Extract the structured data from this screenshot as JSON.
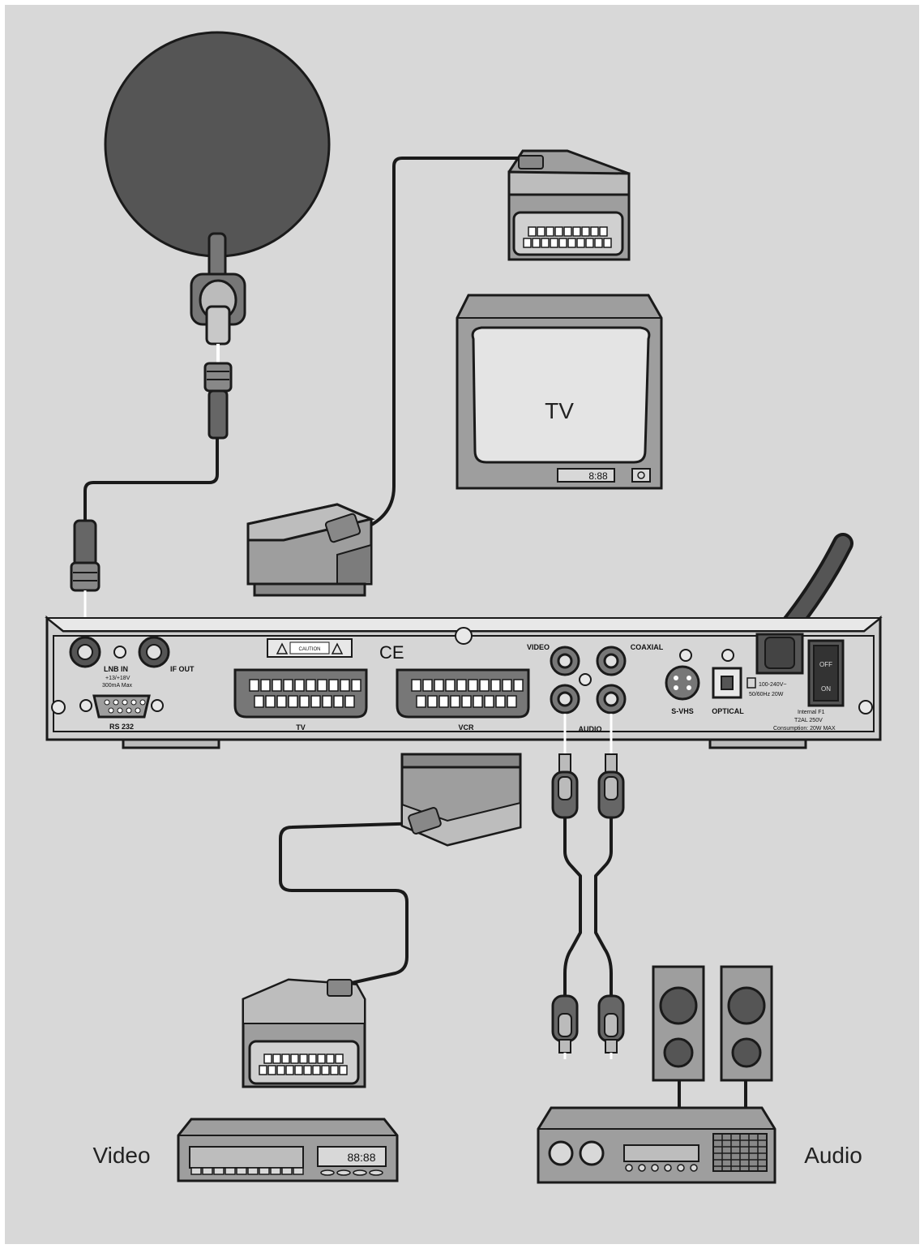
{
  "labels": {
    "tv": "TV",
    "video": "Video",
    "audio": "Audio"
  },
  "tv_display": "8:88",
  "vcr_display": "88:88",
  "receiver": {
    "lnb_in": "LNB IN",
    "lnb_spec1": "+13/+18V",
    "lnb_spec2": "300mA Max",
    "if_out": "IF OUT",
    "rs232": "RS 232",
    "scart_tv": "TV",
    "scart_vcr": "VCR",
    "video": "VIDEO",
    "coaxial": "COAXIAL",
    "audio": "AUDIO",
    "svhs": "S-VHS",
    "optical": "OPTICAL",
    "power1": "100-240V~",
    "power2": "50/60Hz 20W",
    "fuse1": "Internal F1",
    "fuse2": "T2AL 250V",
    "fuse3": "Consumption: 20W MAX",
    "switch_off": "OFF",
    "switch_on": "ON",
    "ce": "CE",
    "caution": "CAUTION"
  },
  "colors": {
    "background": "#d8d8d8",
    "dish": "#555555",
    "device": "#9e9e9e",
    "outline": "#1a1a1a"
  }
}
